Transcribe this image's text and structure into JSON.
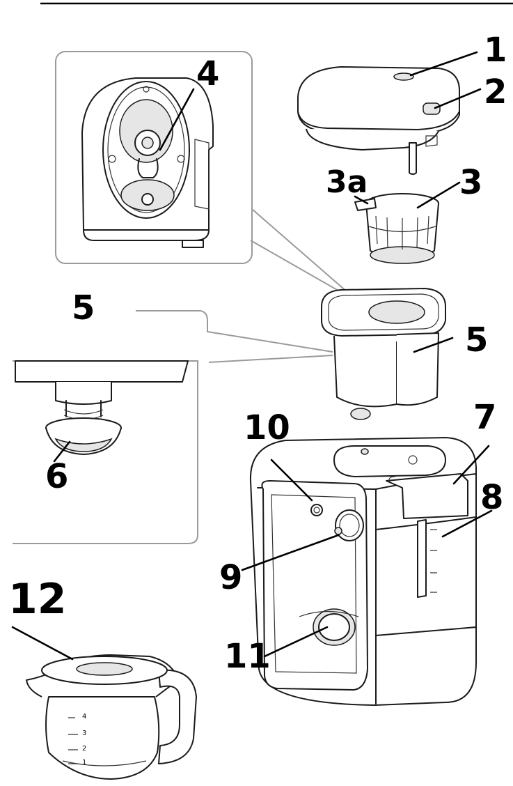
{
  "colors": {
    "line": "#1a1a1a",
    "connector": "#9a9a9a",
    "background": "#ffffff"
  },
  "labels": {
    "part_1": "1",
    "part_2": "2",
    "part_3": "3",
    "part_3a": "3a",
    "part_4": "4",
    "part_5_left": "5",
    "part_5_right": "5",
    "part_6": "6",
    "part_7": "7",
    "part_8": "8",
    "part_9": "9",
    "part_10": "10",
    "part_11": "11",
    "part_12": "12"
  },
  "carafe": {
    "scale_marks": [
      "4",
      "3",
      "2",
      "1"
    ]
  }
}
